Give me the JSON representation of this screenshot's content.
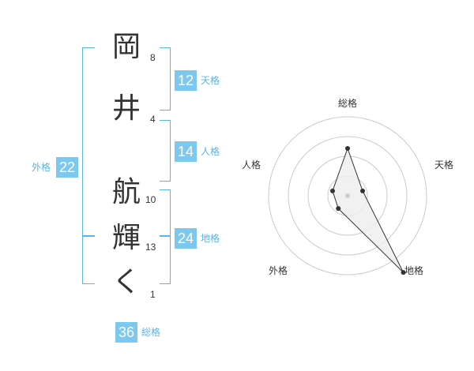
{
  "name_chars": [
    {
      "char": "岡",
      "strokes": "8"
    },
    {
      "char": "井",
      "strokes": "4"
    },
    {
      "char": "航",
      "strokes": "10"
    },
    {
      "char": "輝",
      "strokes": "13"
    },
    {
      "char": "く",
      "strokes": "1"
    }
  ],
  "kakusu": {
    "tenkaku": {
      "value": "12",
      "label": "天格"
    },
    "jinkaku": {
      "value": "14",
      "label": "人格"
    },
    "chikaku": {
      "value": "24",
      "label": "地格"
    },
    "gaikaku": {
      "value": "22",
      "label": "外格"
    },
    "soukaku": {
      "value": "36",
      "label": "総格"
    }
  },
  "colors": {
    "accent": "#5ab4e6",
    "badge": "#7cc8ee",
    "text": "#333333",
    "grid": "#cccccc",
    "fill": "#eeeeee"
  },
  "chart_data": {
    "type": "radar",
    "axes": [
      "総格",
      "天格",
      "地格",
      "外格",
      "人格"
    ],
    "values": [
      3,
      1,
      6,
      1,
      1
    ],
    "rings": 4,
    "range": [
      0,
      5
    ]
  }
}
